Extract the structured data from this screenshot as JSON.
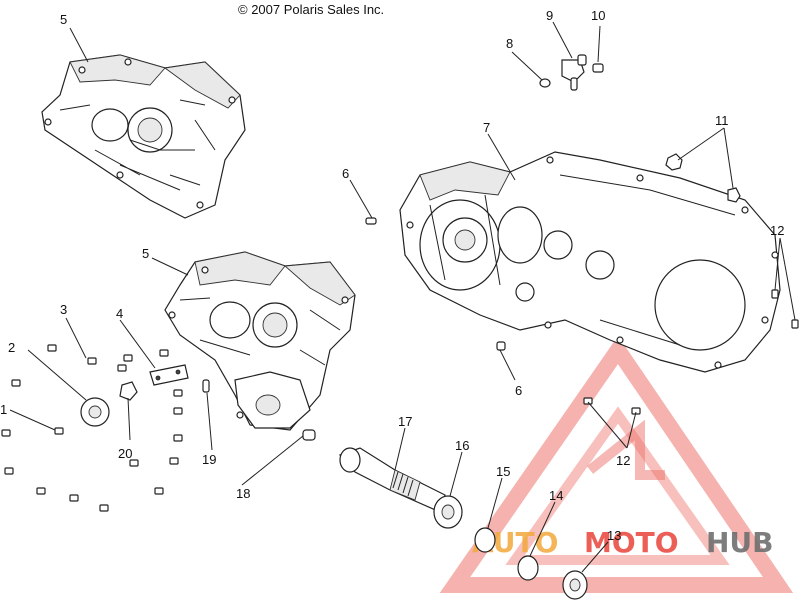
{
  "copyright": "© 2007 Polaris Sales Inc.",
  "watermark": {
    "text_part1": "AUTO",
    "text_part2": "MOTO",
    "text_part3": "HUB",
    "color_red": "#e8443a",
    "color_orange": "#f2a93b",
    "color_gray": "#6f6f6f"
  },
  "callouts": {
    "c1": "1",
    "c2": "2",
    "c3": "3",
    "c4": "4",
    "c5a": "5",
    "c5b": "5",
    "c6a": "6",
    "c6b": "6",
    "c7": "7",
    "c8": "8",
    "c9": "9",
    "c10": "10",
    "c11": "11",
    "c12a": "12",
    "c12b": "12",
    "c13": "13",
    "c14": "14",
    "c15": "15",
    "c16": "16",
    "c17": "17",
    "c18": "18",
    "c19": "19",
    "c20": "20"
  }
}
